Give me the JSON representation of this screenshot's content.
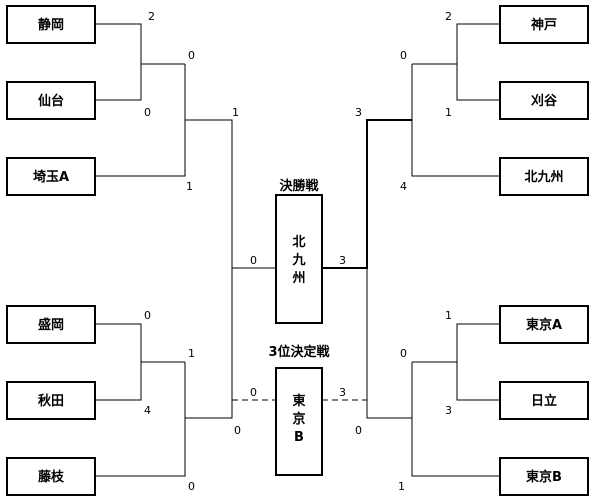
{
  "teams": {
    "shizuoka": "静岡",
    "sendai": "仙台",
    "saitama_a": "埼玉A",
    "morioka": "盛岡",
    "akita": "秋田",
    "fujieda": "藤枝",
    "kobe": "神戸",
    "kariya": "刈谷",
    "kitakyushu": "北九州",
    "tokyo_a": "東京A",
    "hitachi": "日立",
    "tokyo_b": "東京B"
  },
  "scores": {
    "shizuoka": "2",
    "sendai": "0",
    "left_top_pair": "0",
    "saitama_a": "1",
    "left_top_winner": "1",
    "morioka": "0",
    "akita": "4",
    "left_bottom_pair": "1",
    "fujieda": "0",
    "left_bottom_winner": "0",
    "kobe": "2",
    "kariya": "1",
    "right_top_pair": "0",
    "kitakyushu": "4",
    "right_top_winner": "3",
    "tokyo_a": "1",
    "hitachi": "3",
    "right_bottom_pair": "0",
    "tokyo_b": "1",
    "right_bottom_winner": "0",
    "final_left": "0",
    "final_right": "3",
    "third_left": "0",
    "third_right": "3"
  },
  "final": {
    "title": "決勝戦",
    "winner_chars": [
      "北",
      "九",
      "州"
    ]
  },
  "third_place": {
    "title": "3位決定戦",
    "winner_chars": [
      "東",
      "京",
      "B"
    ]
  }
}
